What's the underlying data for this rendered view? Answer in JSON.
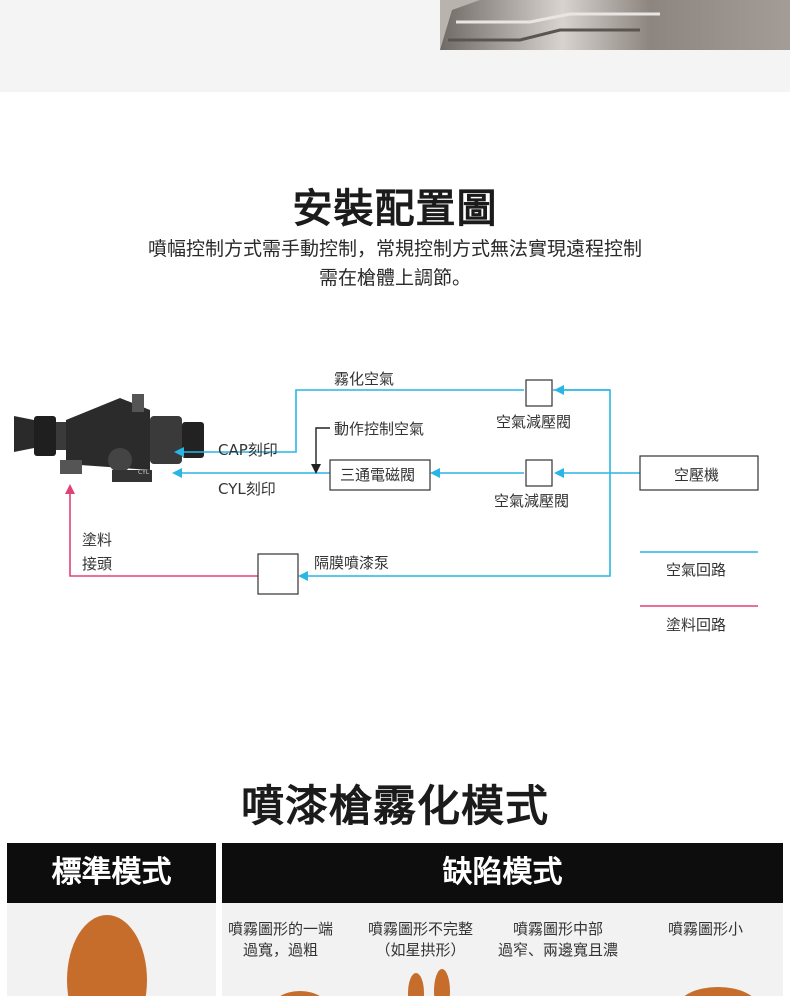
{
  "install": {
    "title": "安裝配置圖",
    "subtitle_line1": "噴幅控制方式需手動控制，常規控制方式無法實現遠程控制",
    "subtitle_line2": "需在槍體上調節。"
  },
  "diagram": {
    "atomize_air": "霧化空氣",
    "action_control_air": "動作控制空氣",
    "pressure_valve_top": "空氣減壓閥",
    "pressure_valve_bottom": "空氣減壓閥",
    "three_way_valve": "三通電磁閥",
    "compressor": "空壓機",
    "cap_mark": "CAP刻印",
    "cyl_mark": "CYL刻印",
    "paint_joint_line1": "塗料",
    "paint_joint_line2": "接頭",
    "diaphragm_pump": "隔膜噴漆泵",
    "legend_air": "空氣回路",
    "legend_paint": "塗料回路",
    "colors": {
      "air": "#29b6e6",
      "paint": "#e0417a"
    }
  },
  "atomize_modes": {
    "title": "噴漆槍霧化模式",
    "tab_standard": "標準模式",
    "tab_defect": "缺陷模式",
    "defects": [
      {
        "line1": "噴霧圖形的一端",
        "line2": "過寬，過粗"
      },
      {
        "line1": "噴霧圖形不完整",
        "line2": "（如星拱形）"
      },
      {
        "line1": "噴霧圖形中部",
        "line2": "過窄、兩邊寬且濃"
      },
      {
        "line1": "噴霧圖形小",
        "line2": ""
      }
    ],
    "pattern_color": "#c76d2c"
  }
}
